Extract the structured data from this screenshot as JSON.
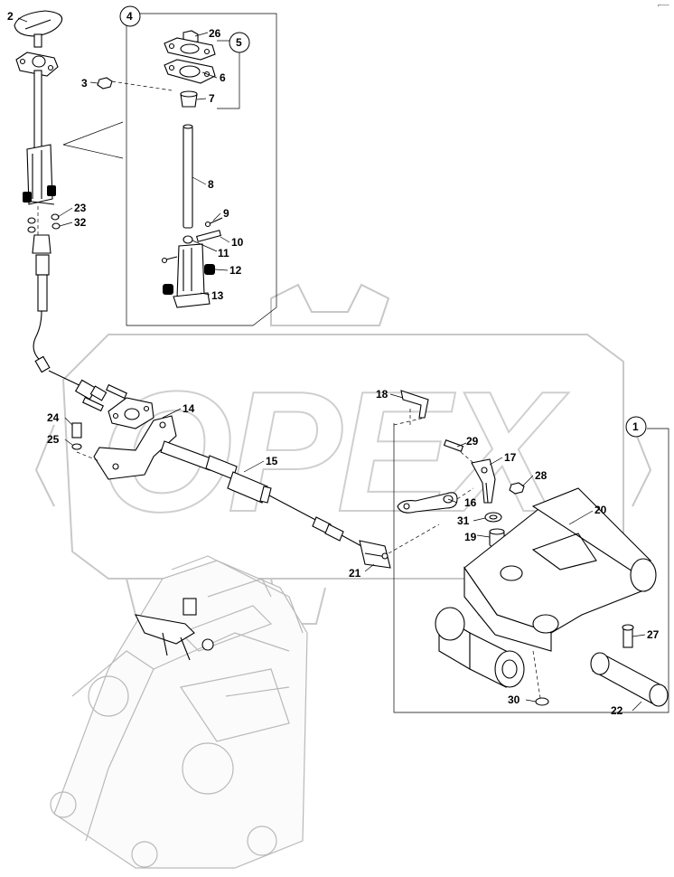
{
  "page_marker": "⌐—",
  "watermark": "OPEX",
  "groups": [
    "4",
    "5",
    "1"
  ],
  "callouts": [
    "2",
    "26",
    "3",
    "6",
    "7",
    "8",
    "9",
    "10",
    "11",
    "12",
    "13",
    "23",
    "32",
    "24",
    "25",
    "14",
    "15",
    "16",
    "17",
    "18",
    "19",
    "20",
    "21",
    "22",
    "27",
    "28",
    "29",
    "30",
    "31"
  ]
}
